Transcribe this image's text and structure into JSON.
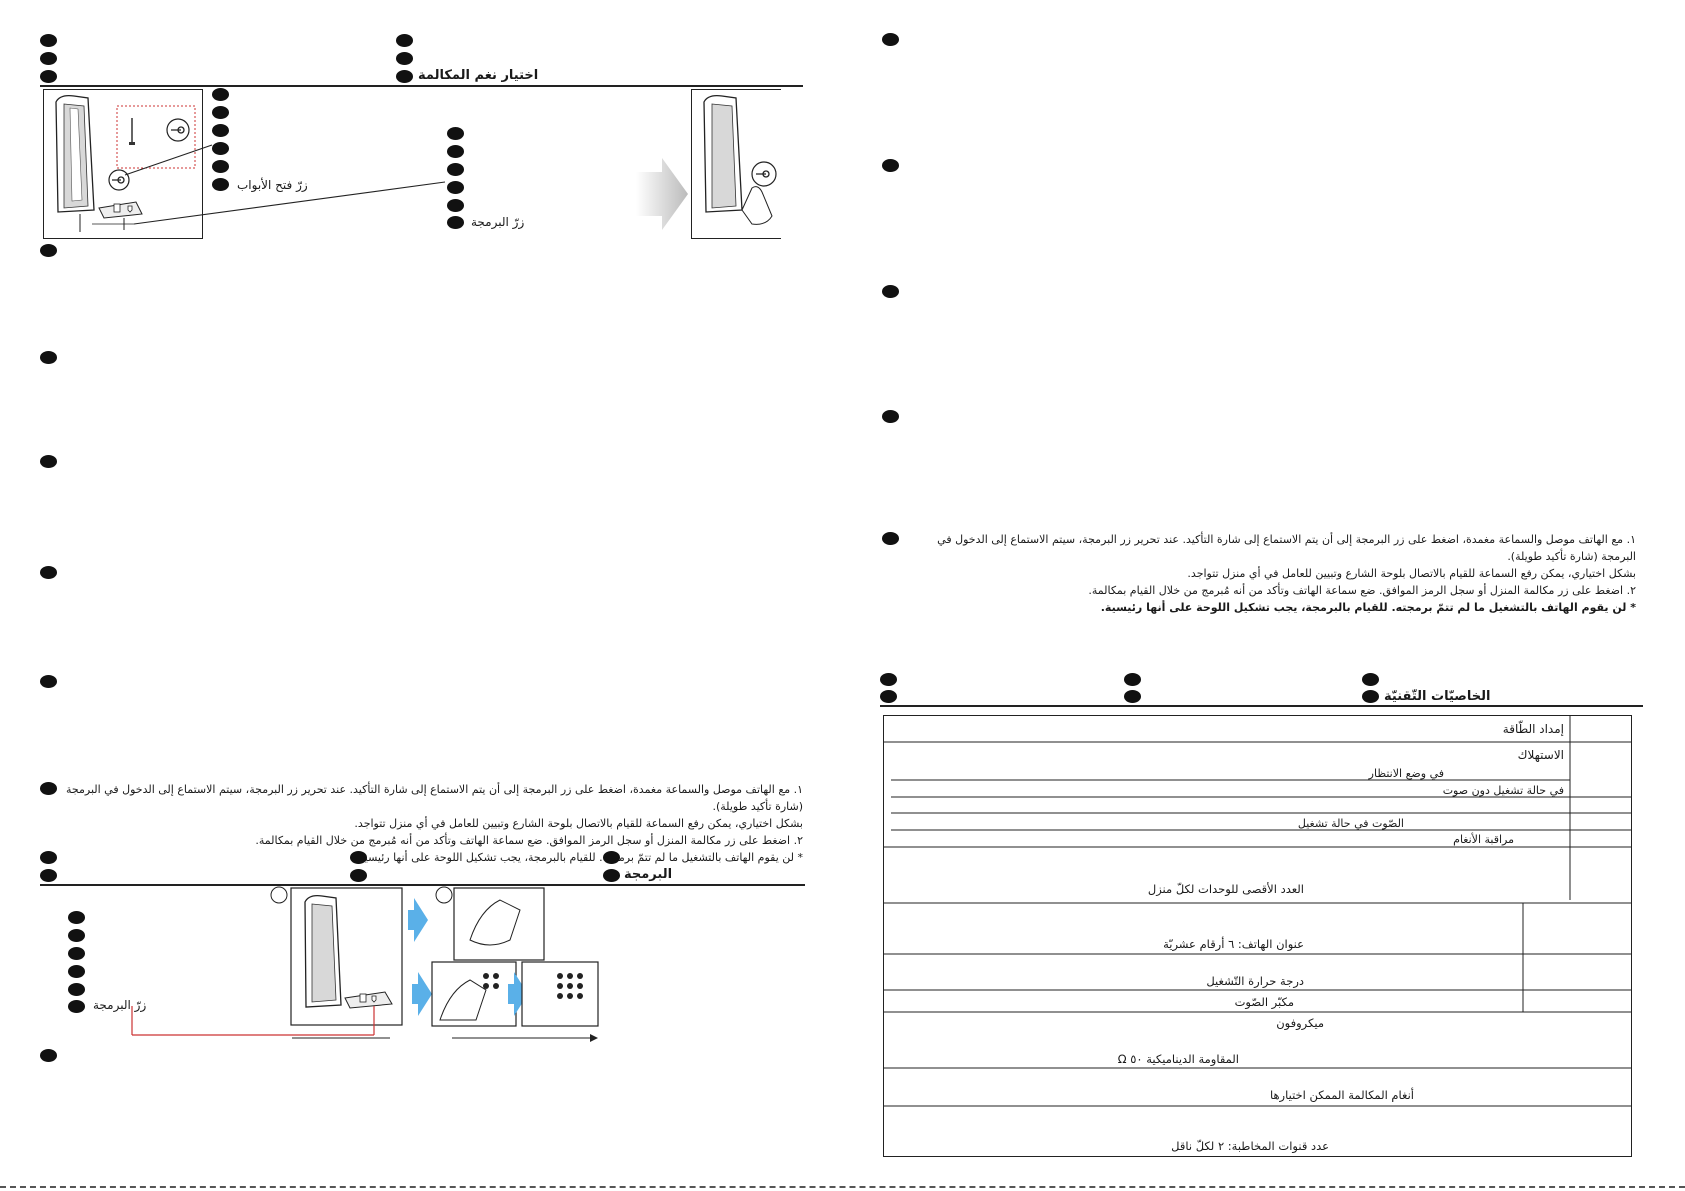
{
  "left_page": {
    "tone_heading": "اختيار نغم المكالمة",
    "door_button_label": "زرّ فتح الأبواب",
    "program_button_label": "زرّ البرمجة",
    "instructions": [
      "١. مع الهاتف موصل والسماعة مغمدة، اضغط على زر البرمجة إلى أن يتم الاستماع إلى شارة التأكيد. عند تحرير زر البرمجة، سيتم الاستماع إلى الدخول في البرمجة (شارة تأكيد طويلة).",
      "بشكل اختياري، يمكن رفع السماعة للقيام بالاتصال بلوحة الشارع وتبيين للعامل في أي منزل تتواجد.",
      "٢. اضغط على زر مكالمة المنزل أو سجل الرمز الموافق. ضع سماعة الهاتف وتأكد من أنه مُبرمج من خلال القيام بمكالمة.",
      "* لن يقوم الهاتف بالتشغيل ما لم تتمّ برمجته. للقيام بالبرمجة، يجب تشكيل اللوحة على أنها رئيسية."
    ],
    "programming_heading": "البرمجة",
    "programming_button_label": "زرّ البرمجة"
  },
  "right_page": {
    "instructions": [
      "١. مع الهاتف موصل والسماعة مغمدة، اضغط على زر البرمجة إلى أن يتم الاستماع إلى شارة التأكيد. عند تحرير زر البرمجة، سيتم الاستماع إلى الدخول في البرمجة (شارة تأكيد طويلة).",
      "بشكل اختياري، يمكن رفع السماعة للقيام بالاتصال بلوحة الشارع وتبيين للعامل في أي منزل تتواجد.",
      "٢. اضغط على زر مكالمة المنزل أو سجل الرمز الموافق. ضع سماعة الهاتف وتأكد من أنه مُبرمج من خلال القيام بمكالمة.",
      "* لن يقوم الهاتف بالتشغيل ما لم تتمّ برمجته. للقيام بالبرمجة، يجب تشكيل اللوحة على أنها رئيسية."
    ],
    "specs_heading": "الخاصيّات التّقنيّة",
    "specs": {
      "power_supply": "إمداد الطّاقة",
      "consumption": "الاستهلاك",
      "standby": "في وضع الانتظار",
      "silent_on": "في حالة تشغيل دون صوت",
      "sound_on": "الصّوت في حالة تشغيل",
      "tone_monitor": "مراقبة الأنغام",
      "max_units": "العدد الأقصى للوحدات لكلّ منزل",
      "address": "عنوان الهاتف: ٦ أرقام عشريّة",
      "temperature": "درجة حرارة التّشغيل",
      "speaker": "مكبّر الصّوت",
      "microphone": "ميكروفون",
      "impedance": "المقاومة الديناميكية ٥٠ Ω",
      "tones": "أنغام المكالمة الممكن اختيارها",
      "channels": "عدد قنوات المخاطبة: ٢ لكلّ ناقل"
    }
  }
}
